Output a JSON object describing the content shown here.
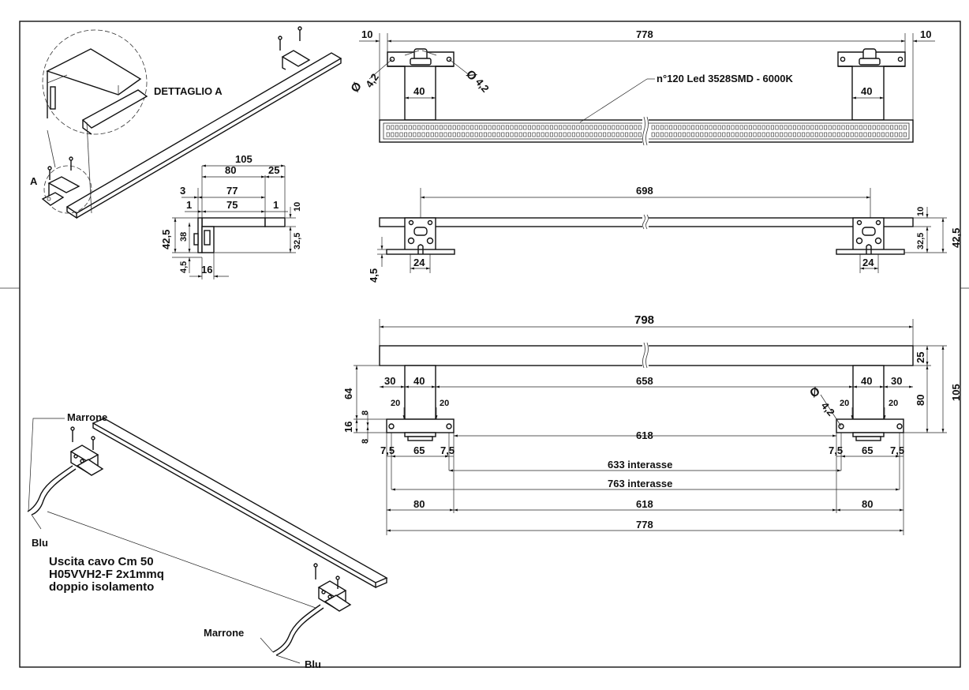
{
  "notes": {
    "detail_label": "DETTAGLIO A",
    "detail_marker": "A",
    "led_spec": "n°120 Led 3528SMD - 6000K",
    "wire_brown_1": "Marrone",
    "wire_blue_1": "Blu",
    "wire_brown_2": "Marrone",
    "wire_blue_2": "Blu",
    "cable_line1": "Uscita cavo Cm 50",
    "cable_line2": "H05VVH2-F  2x1mmq",
    "cable_line3": "doppio isolamento"
  },
  "top_view": {
    "edge_left": "10",
    "overall": "778",
    "edge_right": "10",
    "hole_left": "4,2",
    "hole_right": "4,2",
    "diam_symbol": "Ø",
    "bracket_left": "40",
    "bracket_right": "40"
  },
  "side_section": {
    "w105": "105",
    "w80": "80",
    "w25": "25",
    "w3": "3",
    "w77": "77",
    "w1a": "1",
    "w75": "75",
    "w1b": "1",
    "h10": "10",
    "h42": "42,5",
    "h38": "38",
    "h32": "32,5",
    "h4": "4,5",
    "w16": "16"
  },
  "front_view": {
    "span": "698",
    "h10": "10",
    "h32": "32,5",
    "h42": "42,5",
    "h4": "4,5",
    "slot_left": "24",
    "slot_right": "24"
  },
  "bottom_view": {
    "overall": "798",
    "h25": "25",
    "h80": "80",
    "h105": "105",
    "h64": "64",
    "left_30": "30",
    "left_40": "40",
    "inner_658": "658",
    "right_40": "40",
    "right_30": "30",
    "h20a": "20",
    "h20b": "20",
    "h20c": "20",
    "h20d": "20",
    "h8a": "8",
    "h16": "16",
    "h8b": "8",
    "hole": "4,2",
    "diam_symbol": "Ø",
    "inner_618": "618",
    "l7a": "7,5",
    "l65": "65",
    "l7b": "7,5",
    "r7a": "7,5",
    "r65": "65",
    "r7b": "7,5",
    "interasse_633": "633  interasse",
    "interasse_763": "763  interasse",
    "b80a": "80",
    "b618": "618",
    "b80b": "80",
    "b778": "778"
  }
}
